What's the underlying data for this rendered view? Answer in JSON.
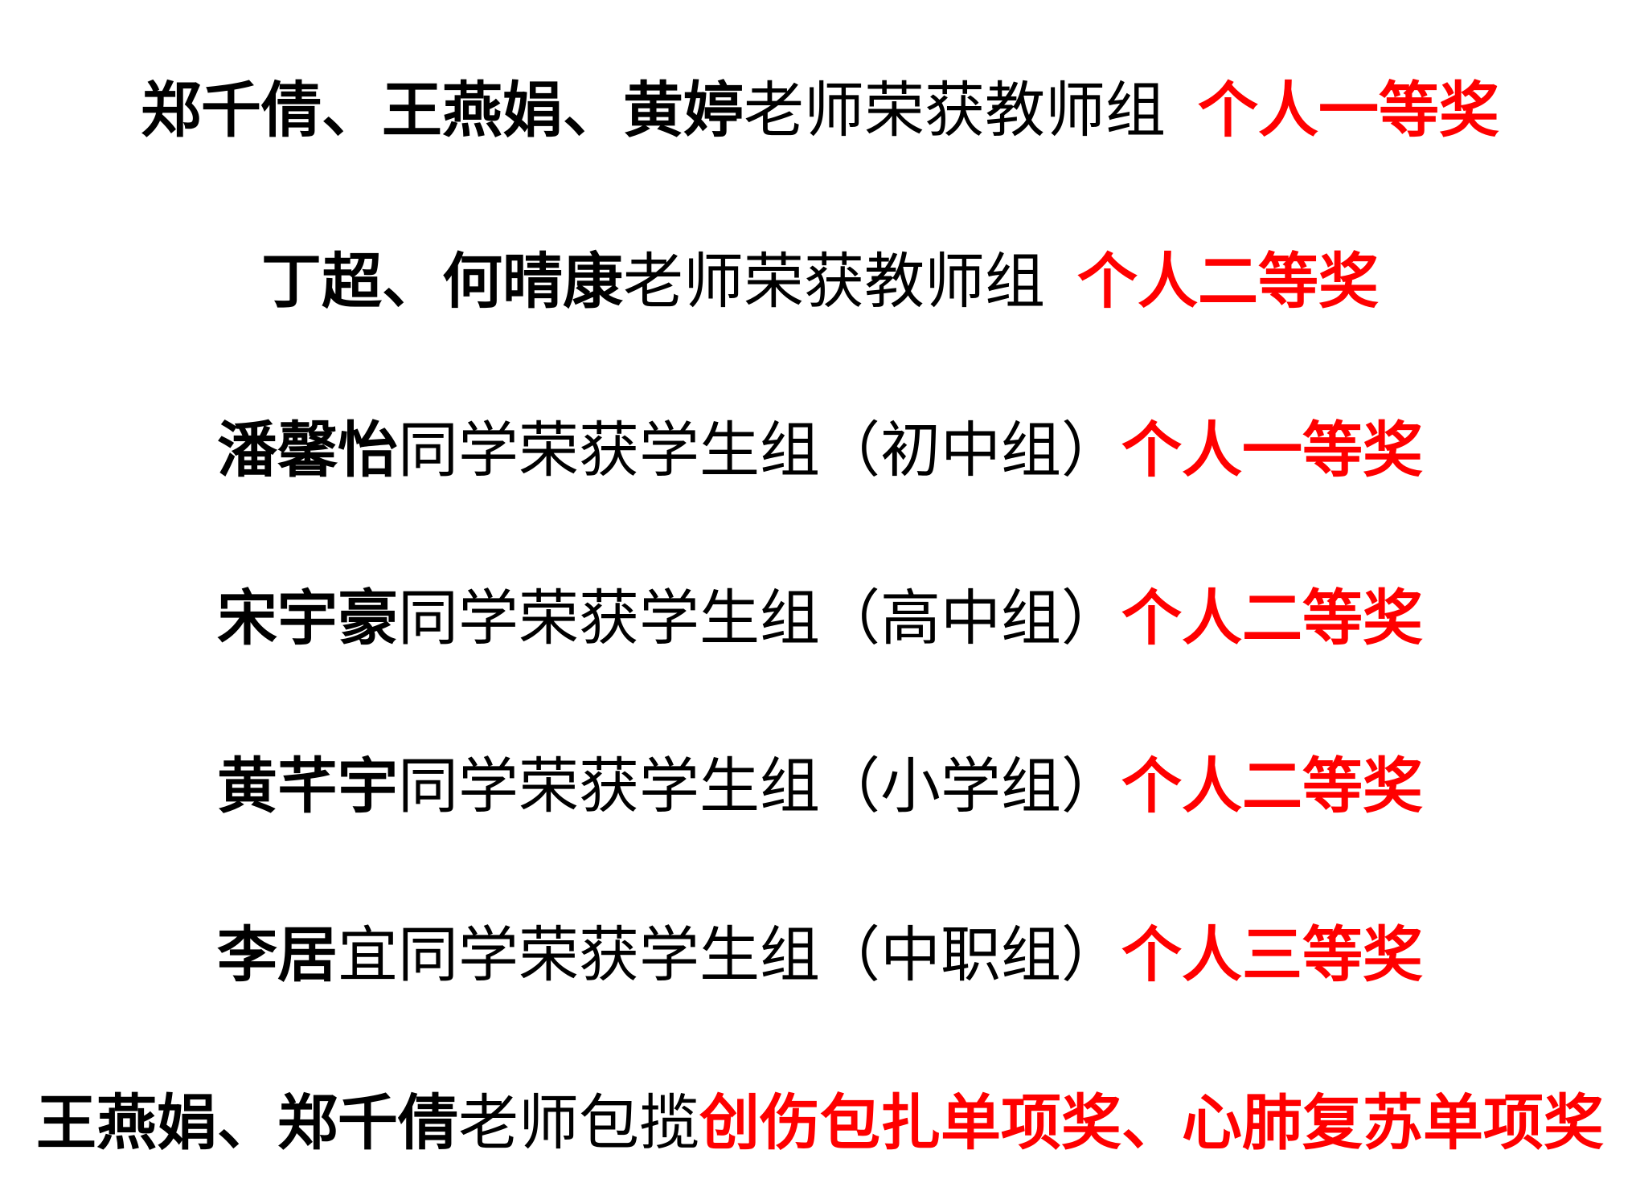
{
  "accent_color": "#ff0000",
  "lines": [
    {
      "names": "郑千倩、王燕娟、黄婷",
      "text": "老师荣获教师组",
      "award": "个人一等奖"
    },
    {
      "names": "丁超、何晴康",
      "text": "老师荣获教师组",
      "award": "个人二等奖"
    },
    {
      "names": "潘馨怡",
      "text": "同学荣获学生组（初中组）",
      "award": "个人一等奖"
    },
    {
      "names": "宋宇豪",
      "text": "同学荣获学生组（高中组）",
      "award": "个人二等奖"
    },
    {
      "names": "黄芊宇",
      "text": "同学荣获学生组（小学组）",
      "award": "个人二等奖"
    },
    {
      "names": "李居",
      "text": "宜同学荣获学生组（中职组）",
      "award": "个人三等奖"
    },
    {
      "names": "王燕娟、郑千倩",
      "text": "老师包揽",
      "award": "创伤包扎单项奖、心肺复苏单项奖"
    }
  ]
}
